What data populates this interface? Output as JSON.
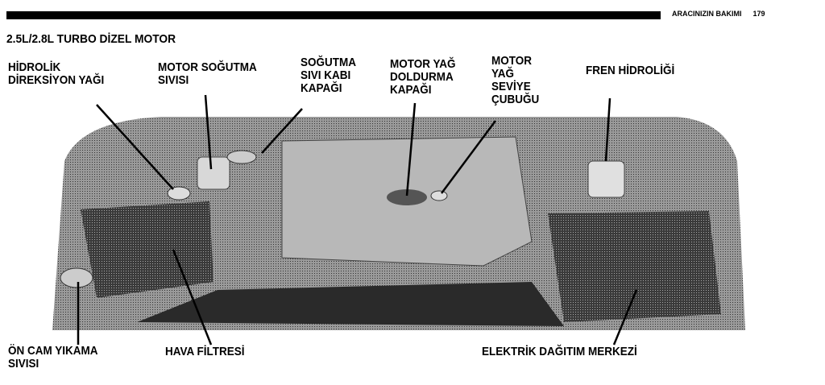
{
  "header": {
    "section": "ARACINIZIN BAKIMI",
    "page_number": "179"
  },
  "title": "2.5L/2.8L TURBO DİZEL MOTOR",
  "labels": {
    "power_steering": [
      "HİDROLİK",
      "DİREKSİYON YAĞI"
    ],
    "coolant": [
      "MOTOR SOĞUTMA",
      "SIVISI"
    ],
    "coolant_cap": [
      "SOĞUTMA",
      "SIVI KABI",
      "KAPAĞI"
    ],
    "oil_fill_cap": [
      "MOTOR YAĞ",
      "DOLDURMA",
      "KAPAĞI"
    ],
    "dipstick": [
      "MOTOR",
      "YAĞ",
      "SEVİYE",
      "ÇUBUĞU"
    ],
    "brake_fluid": [
      "FREN HİDROLİĞİ"
    ],
    "washer_fluid": [
      "ÖN CAM YIKAMA",
      "SIVISI"
    ],
    "air_filter": [
      "HAVA FİLTRESİ"
    ],
    "power_distribution": [
      "ELEKTRİK DAĞITIM MERKEZİ"
    ]
  }
}
